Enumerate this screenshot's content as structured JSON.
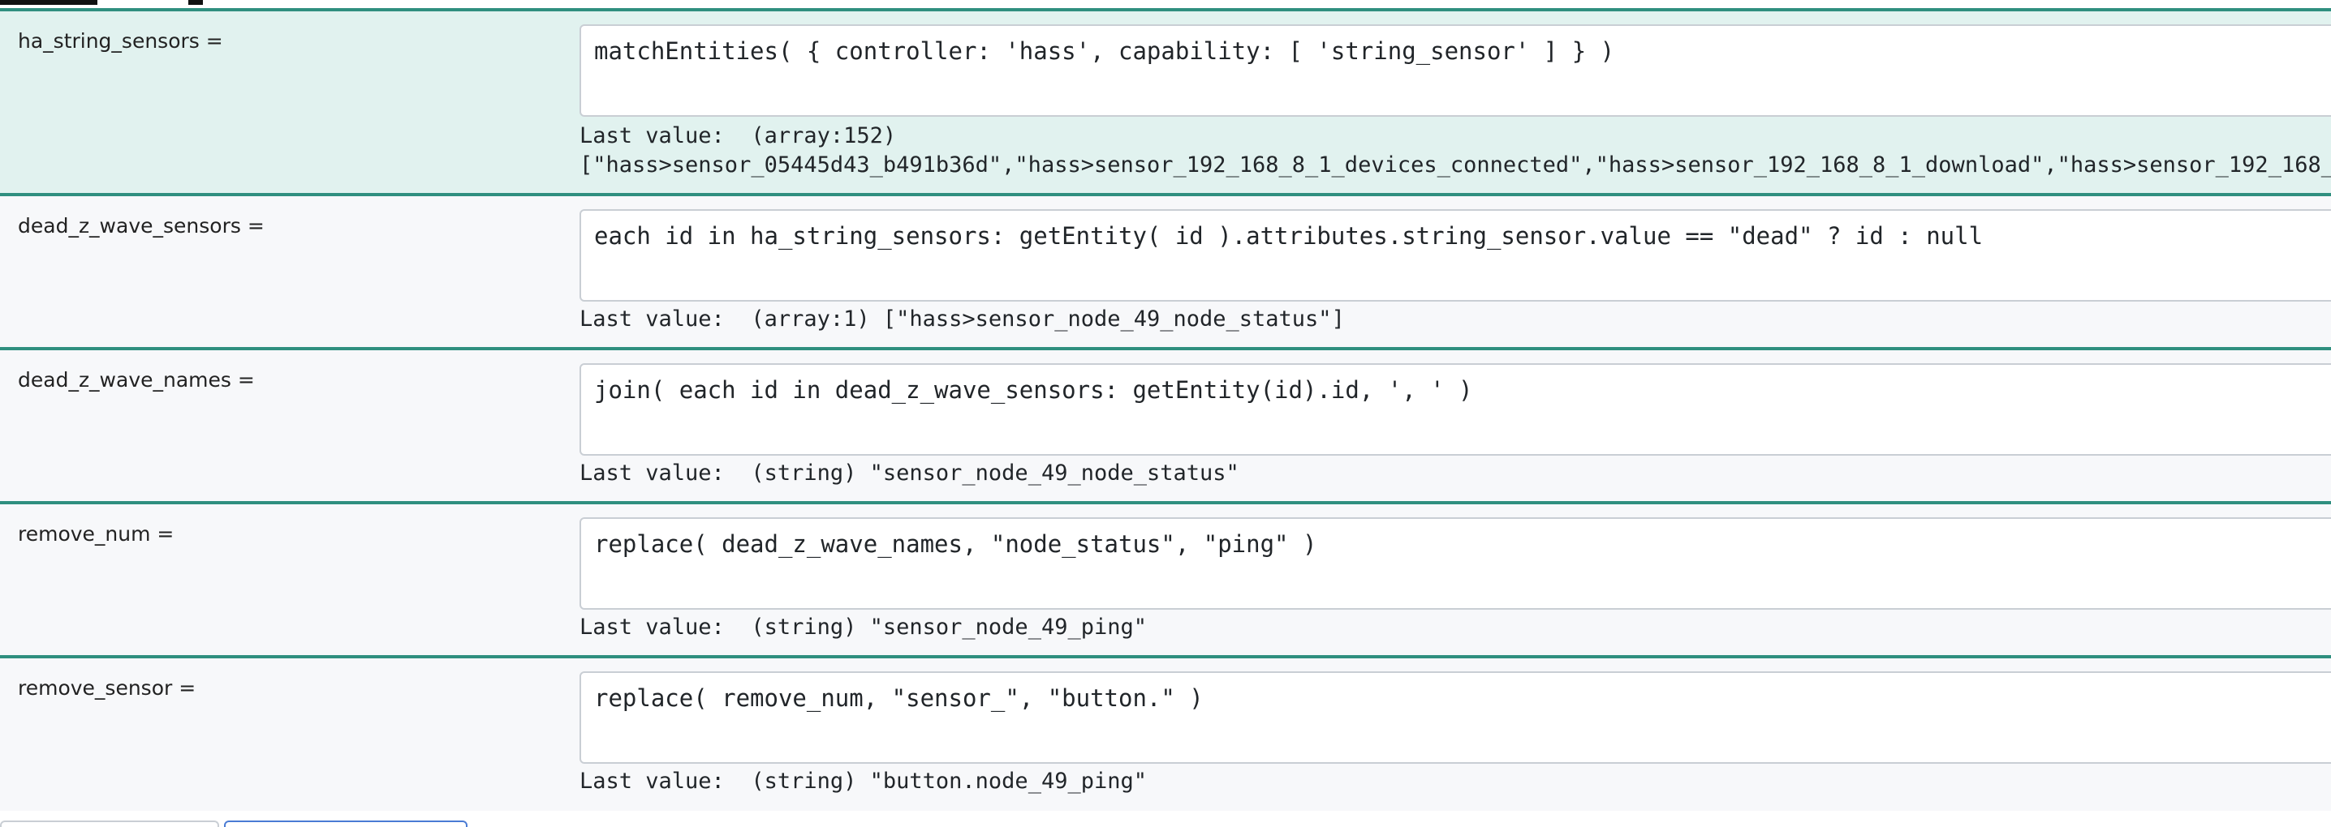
{
  "colors": {
    "row_border": "#2f8f7f",
    "selected_row_bg": "#e1f2ef",
    "row_bg": "#f7f8fa"
  },
  "expressions": [
    {
      "name": "ha_string_sensors =",
      "expression": "matchEntities( { controller: 'hass', capability: [ 'string_sensor' ] } )",
      "last_value_label": "Last value:",
      "last_value": "(array:152)",
      "last_value_continued": "[\"hass>sensor_05445d43_b491b36d\",\"hass>sensor_192_168_8_1_devices_connected\",\"hass>sensor_192_168_8_1_download\",\"hass>sensor_192_168_8_1_"
    },
    {
      "name": "dead_z_wave_sensors =",
      "expression": "each id in ha_string_sensors: getEntity( id ).attributes.string_sensor.value == \"dead\" ? id : null",
      "last_value_label": "Last value:",
      "last_value": "(array:1) [\"hass>sensor_node_49_node_status\"]"
    },
    {
      "name": "dead_z_wave_names =",
      "expression": "join( each id in dead_z_wave_sensors: getEntity(id).id, ', ' )",
      "last_value_label": "Last value:",
      "last_value": "(string) \"sensor_node_49_node_status\""
    },
    {
      "name": "remove_num =",
      "expression": "replace( dead_z_wave_names, \"node_status\", \"ping\" )",
      "last_value_label": "Last value:",
      "last_value": "(string) \"sensor_node_49_ping\""
    },
    {
      "name": "remove_sensor =",
      "expression": "replace( remove_num, \"sensor_\", \"button.\" )",
      "last_value_label": "Last value:",
      "last_value": "(string) \"button.node_49_ping\""
    }
  ]
}
